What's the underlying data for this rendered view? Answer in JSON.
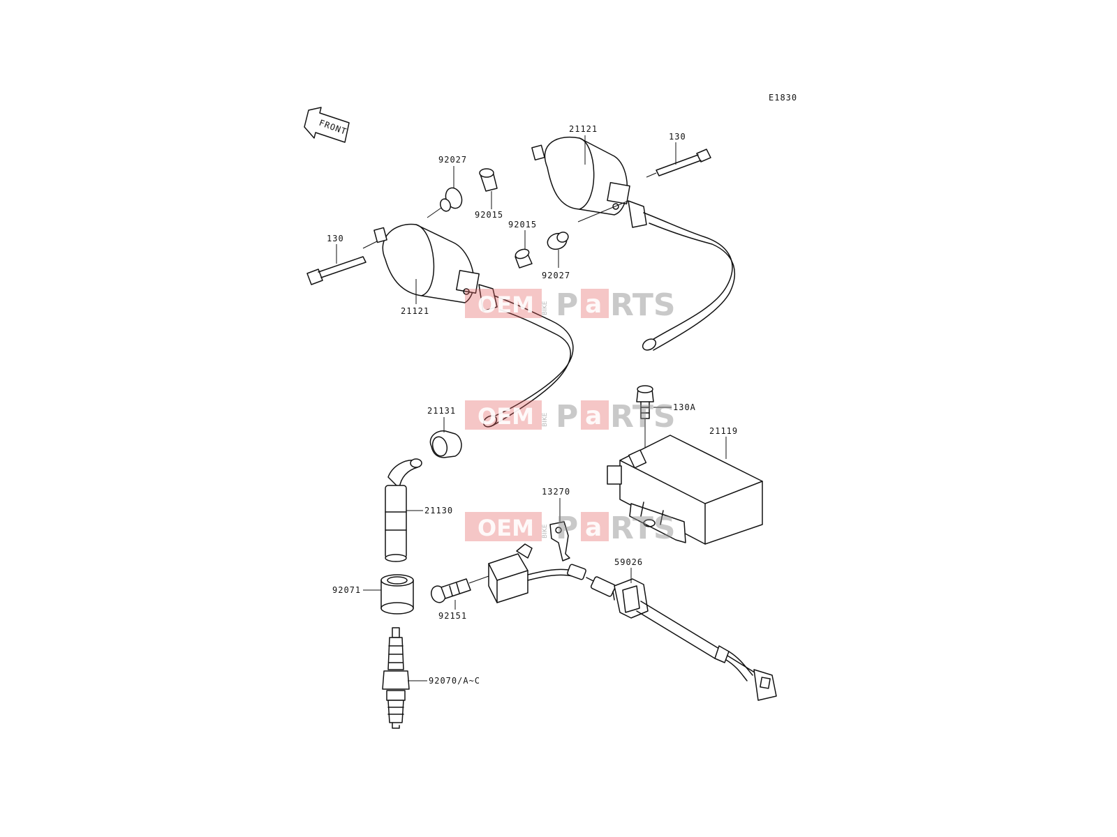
{
  "diagram": {
    "code": "E1830",
    "front_label": "FRONT",
    "labels": {
      "coil_right": "21121",
      "bolt_right": "130",
      "collar_top_left": "92027",
      "bush_top_left": "92015",
      "bush_mid": "92015",
      "collar_mid": "92027",
      "bolt_left": "130",
      "coil_left": "21121",
      "bolt_unit": "130A",
      "igniter": "21119",
      "cap_seal": "21131",
      "plug_cap": "21130",
      "bracket": "13270",
      "clamp": "59026",
      "boot": "92071",
      "screw": "92151",
      "spark_plug": "92070/A~C"
    }
  },
  "watermark": {
    "oem": "OEM",
    "bike": "BIKE",
    "parts_p": "P",
    "parts_a": "a",
    "parts_rest": "RTS"
  },
  "colors": {
    "line": "#111111",
    "watermark_red": "#e35b5b",
    "watermark_grey": "#8a8a8a"
  }
}
